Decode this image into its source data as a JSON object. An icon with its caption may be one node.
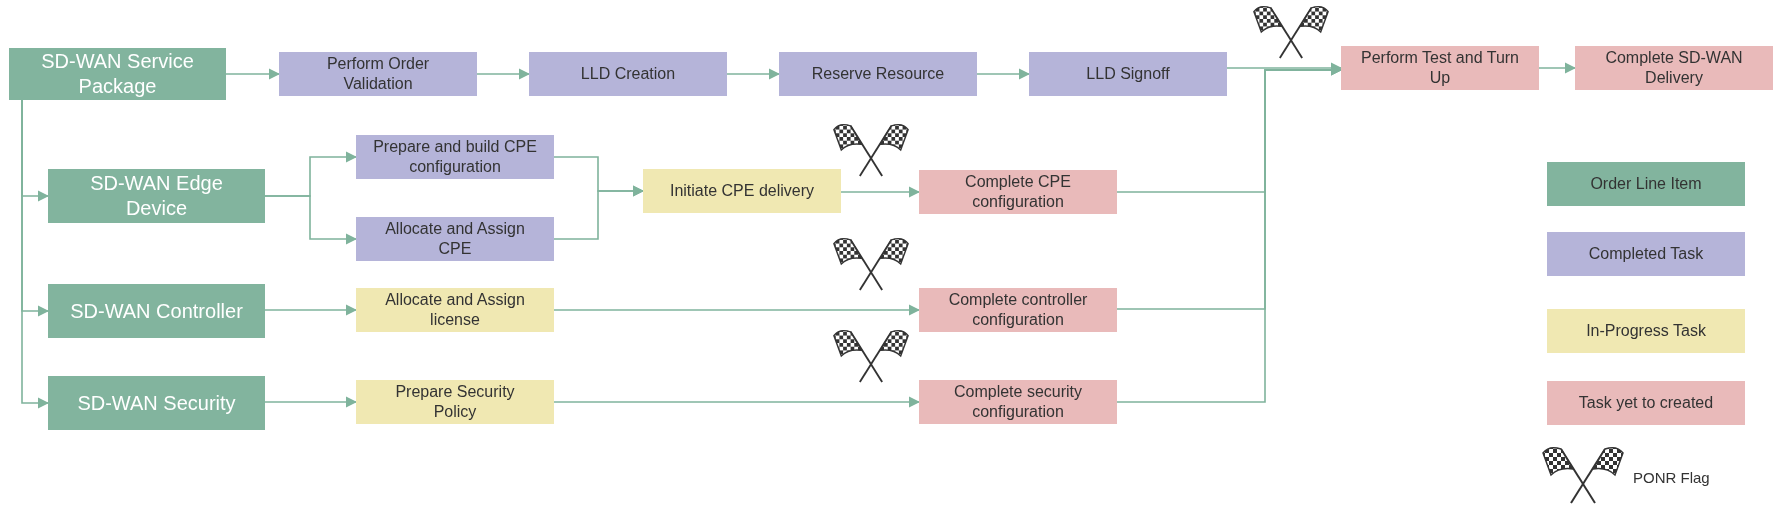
{
  "diagram": {
    "nodes": [
      {
        "text": [
          "SD-WAN Service Package"
        ]
      },
      {
        "text": [
          "Perform Order Validation"
        ]
      },
      {
        "text": [
          "LLD Creation"
        ]
      },
      {
        "text": [
          "Reserve Resource"
        ]
      },
      {
        "text": [
          "LLD Signoff"
        ]
      },
      {
        "text": [
          "Perform Test and Turn Up"
        ]
      },
      {
        "text": [
          "Complete SD-WAN Delivery"
        ]
      },
      {
        "text": [
          "SD-WAN Edge Device"
        ]
      },
      {
        "text": [
          "Prepare and build CPE configuration"
        ]
      },
      {
        "text": [
          "Allocate and Assign CPE"
        ]
      },
      {
        "text": [
          "Initiate CPE delivery"
        ]
      },
      {
        "text": [
          "Complete CPE configuration"
        ]
      },
      {
        "text": [
          "SD-WAN Controller"
        ]
      },
      {
        "text": [
          "Allocate and Assign license"
        ]
      },
      {
        "text": [
          "Complete controller configuration"
        ]
      },
      {
        "text": [
          "SD-WAN Security"
        ]
      },
      {
        "text": [
          "Prepare Security Policy"
        ]
      },
      {
        "text": [
          "Complete security configuration"
        ]
      }
    ],
    "edges": [
      {
        "from": 0,
        "to": 1,
        "arrow": "to"
      },
      {
        "from": 1,
        "to": 2,
        "arrow": "to"
      },
      {
        "from": 2,
        "to": 3,
        "arrow": "to"
      },
      {
        "from": 3,
        "to": 4,
        "arrow": "to"
      },
      {
        "from": 4,
        "to": 5,
        "arrow": "to"
      },
      {
        "from": 5,
        "to": 6,
        "arrow": "to"
      },
      {
        "from": 0,
        "to": 7,
        "arrow": "to"
      },
      {
        "from": 0,
        "to": 12,
        "arrow": "to"
      },
      {
        "from": 0,
        "to": 15,
        "arrow": "to"
      },
      {
        "from": 7,
        "to": 8,
        "arrow": "to"
      },
      {
        "from": 7,
        "to": 9,
        "arrow": "to"
      },
      {
        "from": 8,
        "to": 10,
        "arrow": "to"
      },
      {
        "from": 9,
        "to": 10,
        "arrow": "to"
      },
      {
        "from": 10,
        "to": 11,
        "arrow": "to"
      },
      {
        "from": 12,
        "to": 13,
        "arrow": "to"
      },
      {
        "from": 13,
        "to": 14,
        "arrow": "to"
      },
      {
        "from": 15,
        "to": 16,
        "arrow": "to"
      },
      {
        "from": 16,
        "to": 17,
        "arrow": "to"
      },
      {
        "from": 11,
        "to": 5,
        "arrow": "to"
      },
      {
        "from": 14,
        "to": 5,
        "arrow": "to"
      },
      {
        "from": 17,
        "to": 5,
        "arrow": "to"
      }
    ],
    "legend": [
      {
        "text": "Order Line Item",
        "color": "#82b49e"
      },
      {
        "text": "Completed Task",
        "color": "#b5b4d9"
      },
      {
        "text": "In-Progress Task",
        "color": "#f0e8b2"
      },
      {
        "text": "Task yet to created",
        "color": "#e9baba"
      },
      {
        "text": "PONR Flag"
      }
    ]
  }
}
